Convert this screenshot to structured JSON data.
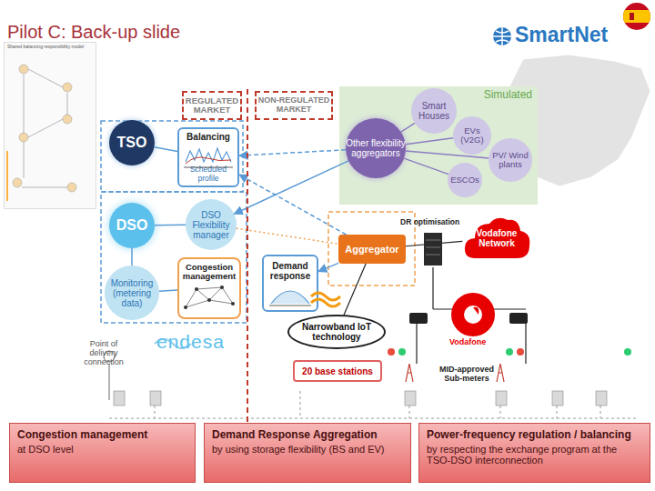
{
  "diagram": {
    "title": "Pilot C: Back-up slide",
    "nodes": [
      {
        "text": [
          "REGULATED MARKET"
        ]
      },
      {
        "text": [
          "NON-REGULATED MARKET"
        ]
      },
      {
        "text": [
          "Simulated"
        ]
      },
      {
        "text": [
          "Other flexibility aggregators"
        ],
        "in": 2
      },
      {
        "text": [
          "Smart Houses"
        ],
        "in": 2
      },
      {
        "text": [
          "EVs (V2G)"
        ],
        "in": 2
      },
      {
        "text": [
          "PV/ Wind plants"
        ],
        "in": 2
      },
      {
        "text": [
          "ESCOs"
        ],
        "in": 2
      },
      {
        "text": [
          "TSO"
        ]
      },
      {
        "text": [
          "Balancing",
          "Scheduled profile"
        ]
      },
      {
        "text": [
          "DSO"
        ]
      },
      {
        "text": [
          "DSO Flexibility manager"
        ]
      },
      {
        "text": [
          "Monitoring (metering data)"
        ]
      },
      {
        "text": [
          "Congestion management"
        ]
      },
      {
        "text": [
          "Demand response"
        ]
      },
      {
        "text": [
          "Aggregator"
        ]
      },
      {
        "text": [
          "Vodafone Network"
        ]
      },
      {
        "text": [
          "Narrowband IoT technology"
        ]
      },
      {
        "text": [
          "20 base stations"
        ]
      },
      {
        "text": [
          "Congestion management",
          "at DSO level"
        ]
      },
      {
        "text": [
          "Demand Response Aggregation",
          "by using storage flexibility (BS and EV)"
        ]
      },
      {
        "text": [
          "Power-frequency regulation / balancing",
          "by respecting the exchange program at the TSO-DSO interconnection"
        ]
      }
    ],
    "edges": [
      {
        "from": 3,
        "to": 4,
        "arrow": "none"
      },
      {
        "from": 3,
        "to": 5,
        "arrow": "none"
      },
      {
        "from": 3,
        "to": 6,
        "arrow": "none"
      },
      {
        "from": 3,
        "to": 7,
        "arrow": "none"
      },
      {
        "from": 8,
        "to": 9,
        "arrow": "none"
      },
      {
        "from": 3,
        "to": 9,
        "arrow": "to"
      },
      {
        "from": 3,
        "to": 11,
        "arrow": "to"
      },
      {
        "from": 10,
        "to": 11,
        "arrow": "none"
      },
      {
        "from": 10,
        "to": 12,
        "arrow": "none"
      },
      {
        "from": 12,
        "to": 13,
        "arrow": "none"
      },
      {
        "from": 11,
        "to": 15,
        "arrow": "none"
      },
      {
        "from": 15,
        "to": 9,
        "arrow": "to"
      },
      {
        "from": 15,
        "to": 14,
        "arrow": "to"
      },
      {
        "from": 15,
        "to": 16,
        "arrow": "none"
      },
      {
        "from": 15,
        "to": 17,
        "arrow": "none"
      }
    ],
    "labels": [
      "SmartNet",
      "Shared balancing responsibility model",
      "DR optimisation",
      "Vodafone",
      "MID-approved Sub-meters",
      "Point of delivery connection",
      "endesa"
    ]
  }
}
